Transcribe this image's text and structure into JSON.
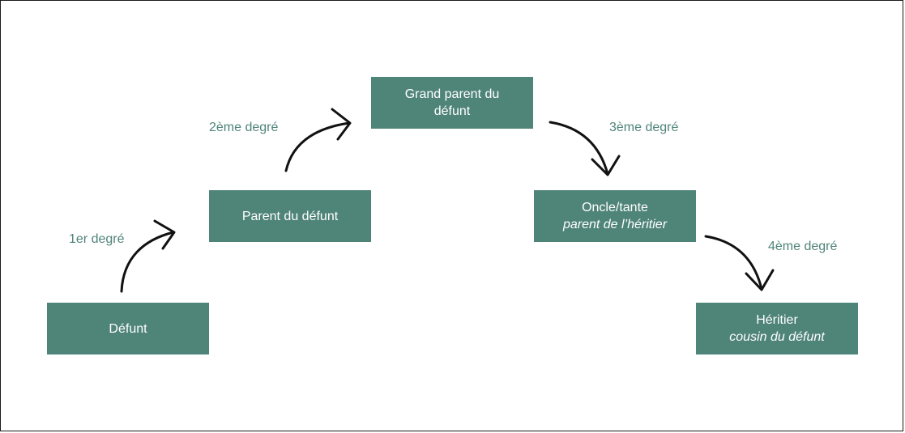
{
  "diagram": {
    "nodes": [
      {
        "id": "defunt",
        "label": "Défunt",
        "sub": ""
      },
      {
        "id": "parent",
        "label": "Parent du défunt",
        "sub": ""
      },
      {
        "id": "grand-parent",
        "label": "Grand parent du défunt",
        "sub": ""
      },
      {
        "id": "oncle",
        "label": "Oncle/tante",
        "sub": "parent de l’héritier"
      },
      {
        "id": "heritier",
        "label": "Héritier",
        "sub": "cousin du défunt"
      }
    ],
    "degrees": [
      {
        "label": "1er degré"
      },
      {
        "label": "2ème degré"
      },
      {
        "label": "3ème degré"
      },
      {
        "label": "4ème degré"
      }
    ],
    "colors": {
      "box_fill": "#4f8479",
      "box_text": "#ffffff",
      "degree_text": "#4f8479",
      "arrow": "#111111",
      "border": "#1a1a1a"
    }
  }
}
